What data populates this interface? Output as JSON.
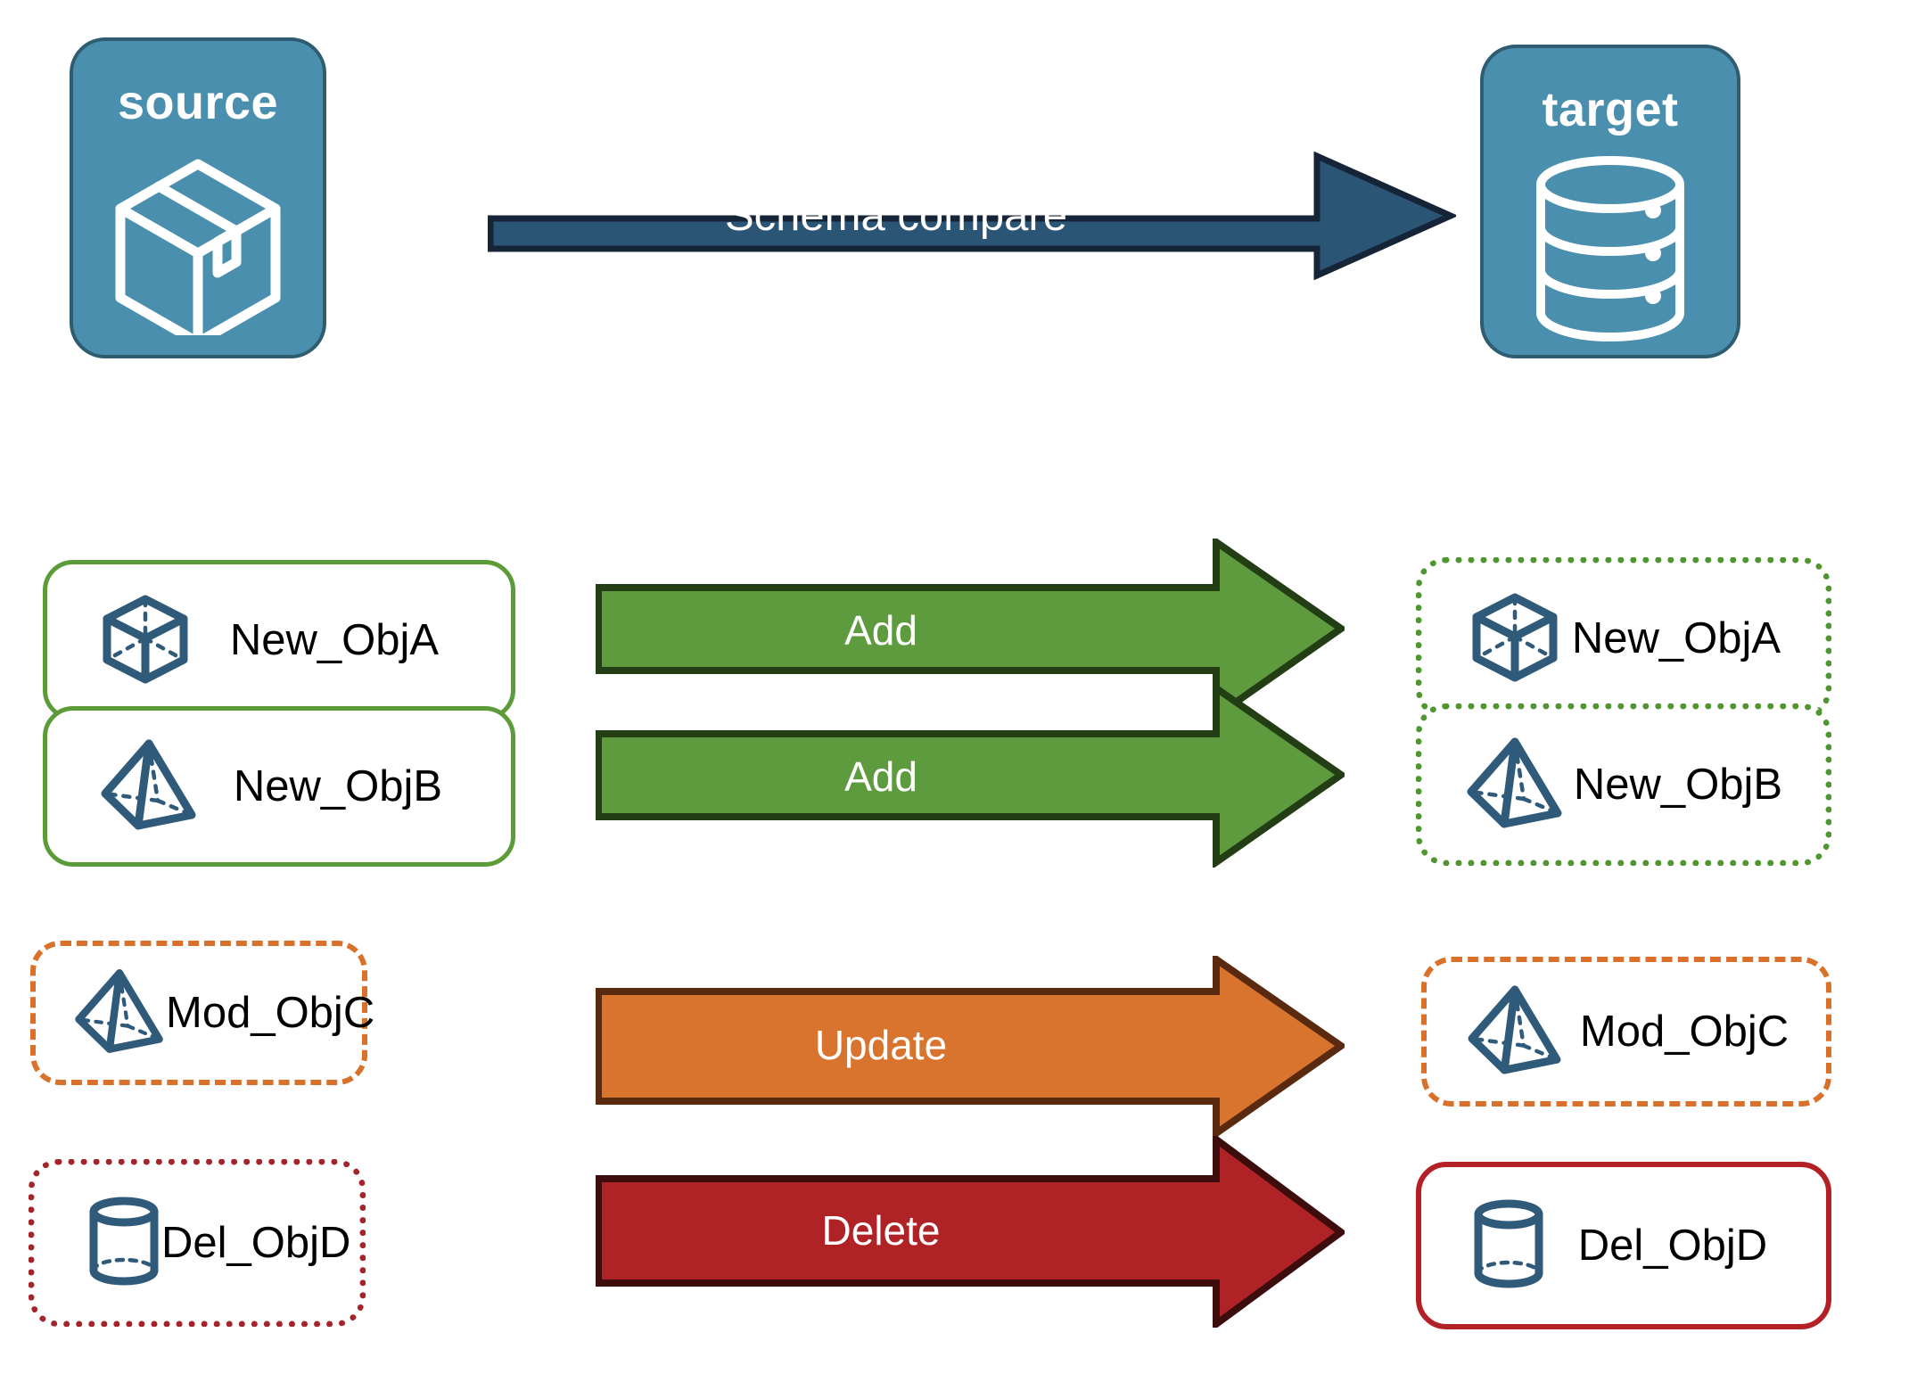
{
  "endpoints": {
    "source": {
      "title": "source",
      "icon": "package-box-icon",
      "fill": "#4a8fad",
      "stroke": "#2e5d72"
    },
    "target": {
      "title": "target",
      "icon": "database-cylinder-icon",
      "fill": "#4a8fad",
      "stroke": "#2e5d72"
    }
  },
  "main_arrow": {
    "label": "Schema compare",
    "fill": "#2b5575",
    "stroke": "#162437"
  },
  "rows": [
    {
      "action": "Add",
      "arrow_fill": "#5e9b3f",
      "arrow_stroke": "#233d15",
      "source": {
        "name": "New_ObjA",
        "icon": "wireframe-cube-icon",
        "border_style": "solid",
        "border_color": "#5b9b38"
      },
      "target": {
        "name": "New_ObjA",
        "icon": "wireframe-cube-icon",
        "border_style": "dotted",
        "border_color": "#4f9630"
      }
    },
    {
      "action": "Add",
      "arrow_fill": "#5e9b3f",
      "arrow_stroke": "#233d15",
      "source": {
        "name": "New_ObjB",
        "icon": "wireframe-pyramid-icon",
        "border_style": "solid",
        "border_color": "#5b9b38"
      },
      "target": {
        "name": "New_ObjB",
        "icon": "wireframe-pyramid-icon",
        "border_style": "dotted",
        "border_color": "#4f9630"
      }
    },
    {
      "action": "Update",
      "arrow_fill": "#d9742f",
      "arrow_stroke": "#5a2a10",
      "source": {
        "name": "Mod_ObjC",
        "icon": "wireframe-pyramid-icon",
        "border_style": "dashed",
        "border_color": "#d9712b"
      },
      "target": {
        "name": "Mod_ObjC",
        "icon": "wireframe-pyramid-icon",
        "border_style": "dashed",
        "border_color": "#d9712b"
      }
    },
    {
      "action": "Delete",
      "arrow_fill": "#af2226",
      "arrow_stroke": "#3d0d0e",
      "source": {
        "name": "Del_ObjD",
        "icon": "wireframe-cylinder-icon",
        "border_style": "dotted",
        "border_color": "#a5232a"
      },
      "target": {
        "name": "Del_ObjD",
        "icon": "wireframe-cylinder-icon",
        "border_style": "solid",
        "border_color": "#b32025"
      }
    }
  ],
  "colors": {
    "object_icon_stroke": "#2f5a7a",
    "endpoint_fill": "#4a8fad",
    "endpoint_stroke": "#2e5d72",
    "add_green": "#5e9b3f",
    "update_orange": "#d9742f",
    "delete_red": "#af2226",
    "compare_blue": "#2b5575",
    "background": "#ffffff"
  }
}
